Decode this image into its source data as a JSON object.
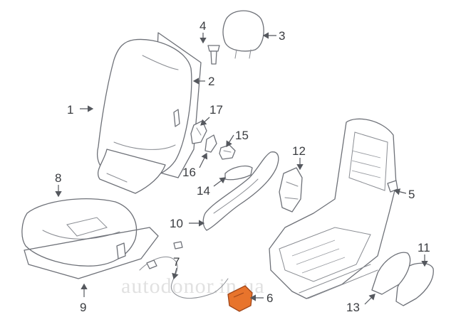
{
  "diagram": {
    "watermark": "autodonor.in.ua",
    "accent_part_color": "#e8742c",
    "callouts": [
      {
        "id": "1",
        "label": "1"
      },
      {
        "id": "2",
        "label": "2"
      },
      {
        "id": "3",
        "label": "3"
      },
      {
        "id": "4",
        "label": "4"
      },
      {
        "id": "5",
        "label": "5"
      },
      {
        "id": "6",
        "label": "6"
      },
      {
        "id": "7",
        "label": "7"
      },
      {
        "id": "8",
        "label": "8"
      },
      {
        "id": "9",
        "label": "9"
      },
      {
        "id": "10",
        "label": "10"
      },
      {
        "id": "11",
        "label": "11"
      },
      {
        "id": "12",
        "label": "12"
      },
      {
        "id": "13",
        "label": "13"
      },
      {
        "id": "14",
        "label": "14"
      },
      {
        "id": "15",
        "label": "15"
      },
      {
        "id": "16",
        "label": "16"
      },
      {
        "id": "17",
        "label": "17"
      }
    ]
  }
}
